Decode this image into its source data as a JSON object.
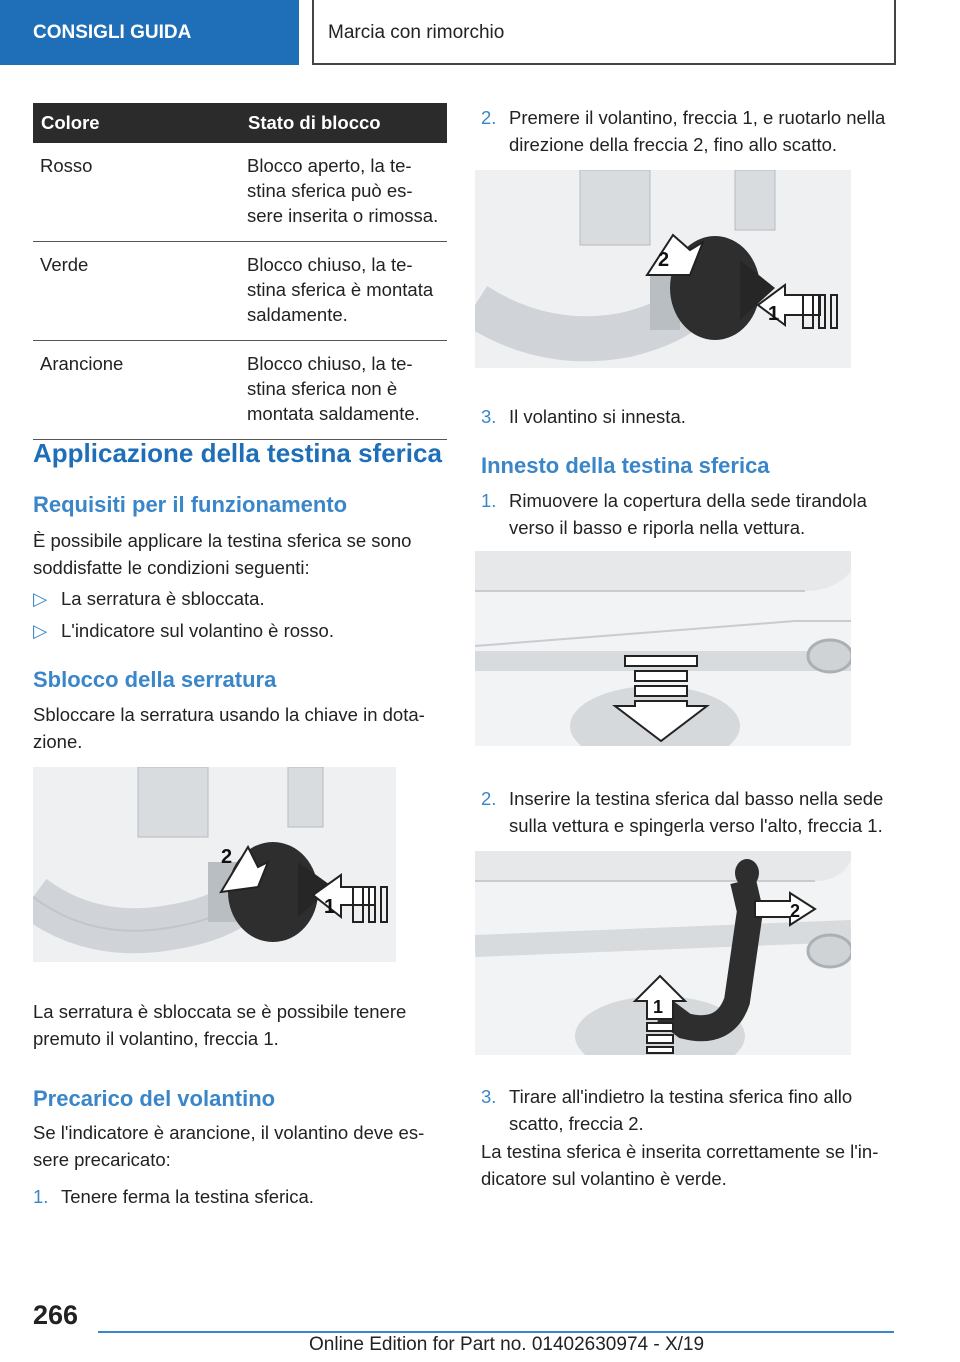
{
  "header": {
    "section": "CONSIGLI GUIDA",
    "title": "Marcia con rimorchio"
  },
  "table": {
    "headers": [
      "Colore",
      "Stato di blocco"
    ],
    "rows": [
      {
        "color": "Rosso",
        "state_lines": [
          "Blocco aperto, la te-",
          "stina sferica può es-",
          "sere inserita o rimossa."
        ]
      },
      {
        "color": "Verde",
        "state_lines": [
          "Blocco chiuso, la te-",
          "stina sferica è montata",
          "saldamente."
        ]
      },
      {
        "color": "Arancione",
        "state_lines": [
          "Blocco chiuso, la te-",
          "stina sferica non è",
          "montata saldamente."
        ]
      }
    ]
  },
  "left": {
    "h1": "Applicazione della testina sferica",
    "req_title": "Requisiti per il funzionamento",
    "req_text": [
      "È possibile applicare la testina sferica se sono",
      "soddisfatte le condizioni seguenti:"
    ],
    "bullet_marker": "▷",
    "bullets": [
      "La serratura è sbloccata.",
      "L'indicatore sul volantino è rosso."
    ],
    "unlock_title": "Sblocco della serratura",
    "unlock_text": [
      "Sbloccare la serratura usando la chiave in dota-",
      "zione."
    ],
    "img1_labels": [
      "2",
      "1"
    ],
    "unlocked_text": [
      "La serratura è sbloccata se è possibile tenere",
      "premuto il volantino, freccia 1."
    ],
    "preload_title": "Precarico del volantino",
    "preload_text": [
      "Se l'indicatore è arancione, il volantino deve es-",
      "sere precaricato:"
    ],
    "step1_num": "1.",
    "step1": "Tenere ferma la testina sferica."
  },
  "right": {
    "step2_num": "2.",
    "step2": [
      "Premere il volantino, freccia 1, e ruotarlo nella",
      "direzione della freccia 2, fino allo scatto."
    ],
    "img2_labels": [
      "2",
      "1"
    ],
    "step3_num": "3.",
    "step3": "Il volantino si innesta.",
    "engage_title": "Innesto della testina sferica",
    "e1_num": "1.",
    "e1": [
      "Rimuovere la copertura della sede tirandola",
      "verso il basso e riporla nella vettura."
    ],
    "e2_num": "2.",
    "e2": [
      "Inserire la testina sferica dal basso nella sede",
      "sulla vettura e spingerla verso l'alto, freccia 1."
    ],
    "img4_labels": [
      "2",
      "1"
    ],
    "e3_num": "3.",
    "e3": [
      "Tirare all'indietro la testina sferica fino allo",
      "scatto, freccia 2."
    ],
    "final_text": [
      "La testina sferica è inserita correttamente se l'in-",
      "dicatore sul volantino è verde."
    ]
  },
  "footer": {
    "page_number": "266",
    "edition": "Online Edition for Part no. 01402630974 - X/19"
  },
  "colors": {
    "accent": "#1f6fb8",
    "heading": "#3a86c8",
    "table_header": "#2b2b2b"
  }
}
